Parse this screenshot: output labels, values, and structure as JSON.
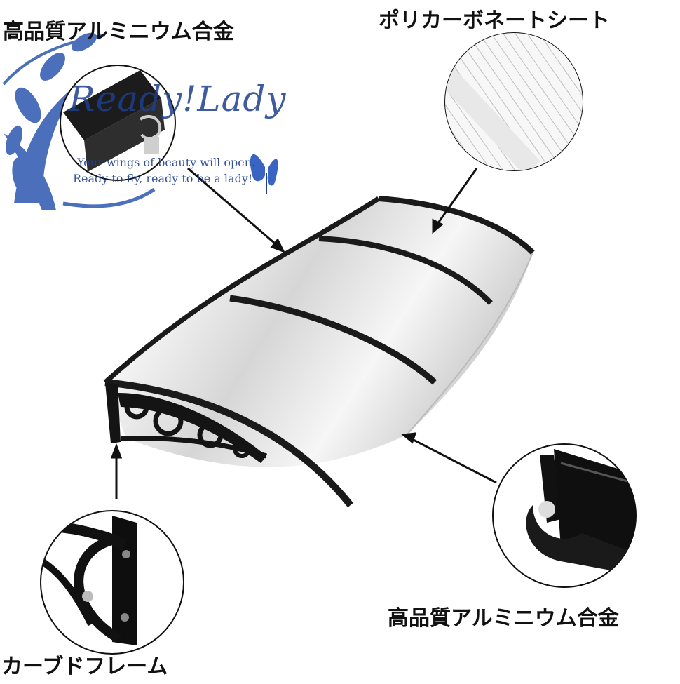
{
  "labels": {
    "aluminum_top": "高品質アルミニウム合金",
    "polycarbonate": "ポリカーボネートシート",
    "aluminum_bottom": "高品質アルミニウム合金",
    "curved_frame": "カーブドフレーム"
  },
  "watermark": {
    "title": "Ready!Lady",
    "line1": "Your wings of beauty will open.",
    "line2": "Ready to fly, ready to be a lady!"
  },
  "colors": {
    "frame": "#1a1a1a",
    "watermark": "#1e3f8f",
    "panel": "#dcdcdc"
  }
}
